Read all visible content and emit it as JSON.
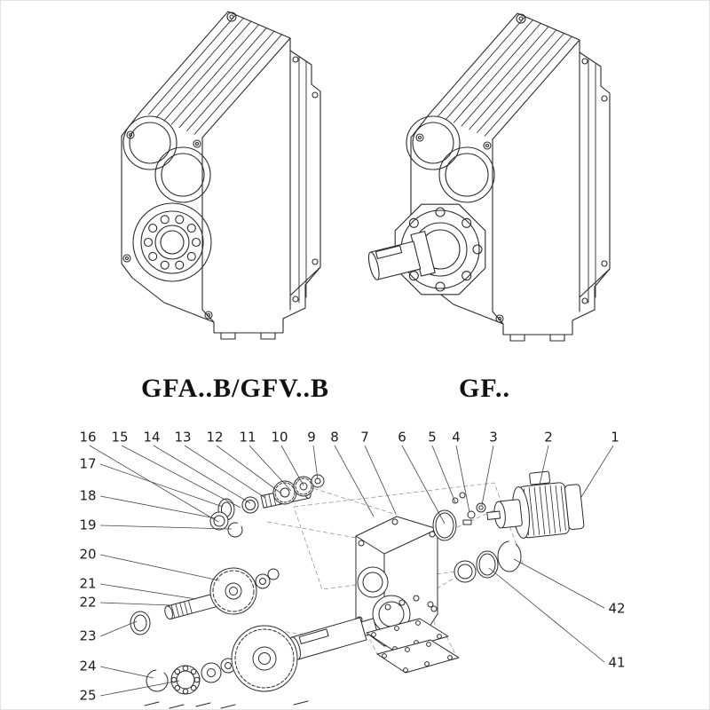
{
  "figures": [
    {
      "label": "GFA..B/GFV..B"
    },
    {
      "label": "GF.."
    }
  ],
  "exploded": {
    "callouts": [
      "16",
      "15",
      "14",
      "13",
      "12",
      "11",
      "10",
      "9",
      "8",
      "7",
      "6",
      "5",
      "4",
      "3",
      "2",
      "1",
      "17",
      "18",
      "19",
      "20",
      "21",
      "22",
      "23",
      "24",
      "25",
      "42",
      "41"
    ]
  }
}
